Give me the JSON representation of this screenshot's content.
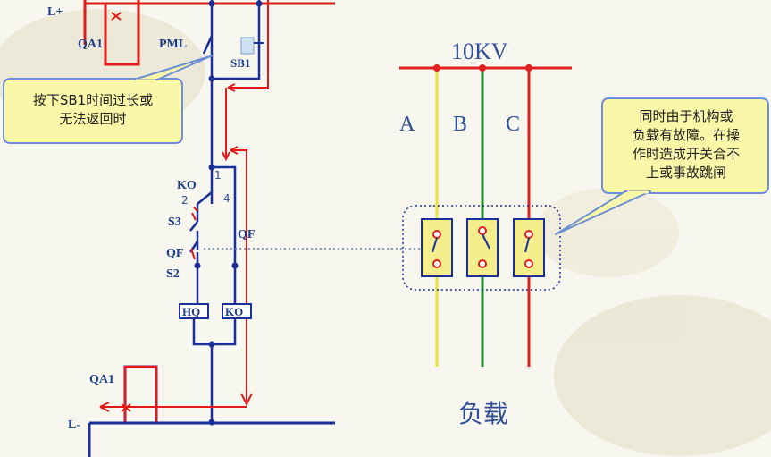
{
  "left_circuit": {
    "labels": {
      "l_plus": "L+",
      "qa1_top": "QA1",
      "pml": "PML",
      "sb1": "SB1",
      "ko_top": "KO",
      "num_1": "1",
      "num_2": "2",
      "num_4": "4",
      "s3": "S3",
      "qf_left": "QF",
      "qf_right": "QF",
      "s2": "S2",
      "hq": "HQ",
      "ko_coil": "KO",
      "qa1_bottom": "QA1",
      "l_minus": "L-"
    }
  },
  "callouts": {
    "left": "按下SB1时间过长或\n无法返回时",
    "right": "同时由于机构或\n负载有故障。在操\n作时造成开关合不\n上或事故跳闸"
  },
  "right_circuit": {
    "voltage": "10KV",
    "phases": [
      {
        "name": "A",
        "color": "#e8e23a"
      },
      {
        "name": "B",
        "color": "#1f8a2a"
      },
      {
        "name": "C",
        "color": "#e02020"
      }
    ],
    "load": "负载"
  },
  "colors": {
    "wire_blue": "#1a2f9a",
    "wire_red": "#e21a1a",
    "callout_fill": "#fbf7a8",
    "callout_border": "#6d8fd6"
  }
}
